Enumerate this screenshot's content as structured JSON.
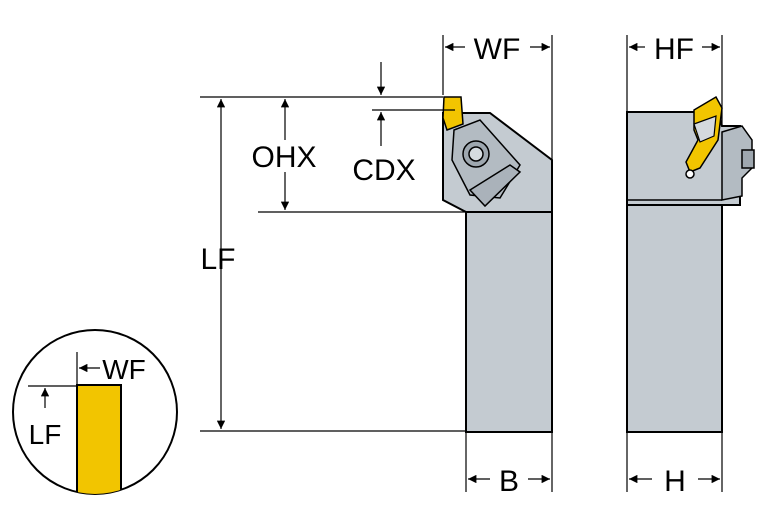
{
  "dimensions": {
    "wf": "WF",
    "hf": "HF",
    "ohx": "OHX",
    "cdx": "CDX",
    "lf": "LF",
    "b": "B",
    "h": "H",
    "detail_wf": "WF",
    "detail_lf": "LF"
  },
  "colors": {
    "shank": "#c4cbd1",
    "shank_dark": "#aeb6bd",
    "insert": "#f2c500",
    "outline": "#000000"
  },
  "icons": {
    "arrow": "dimension-arrow-icon",
    "insert": "insert-icon",
    "screw": "clamp-screw-icon"
  }
}
